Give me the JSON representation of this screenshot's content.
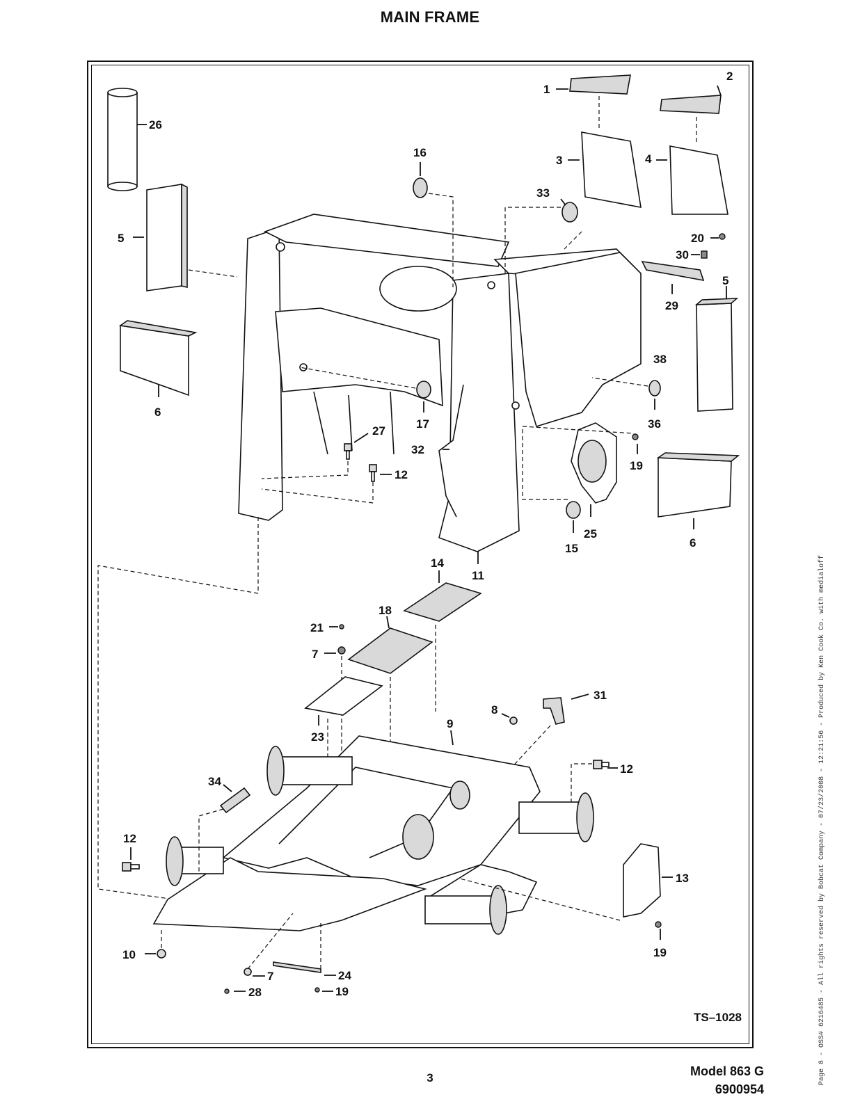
{
  "header": {
    "title": "MAIN FRAME"
  },
  "diagram": {
    "drawing_number": "TS–1028",
    "callouts": [
      "1",
      "2",
      "3",
      "4",
      "5",
      "5",
      "6",
      "6",
      "26",
      "16",
      "33",
      "20",
      "30",
      "29",
      "38",
      "17",
      "36",
      "27",
      "32",
      "12",
      "19",
      "25",
      "15",
      "11",
      "14",
      "18",
      "21",
      "7",
      "23",
      "8",
      "31",
      "9",
      "12",
      "34",
      "12",
      "13",
      "19",
      "10",
      "7",
      "24",
      "28",
      "19"
    ]
  },
  "footer": {
    "page_number": "3",
    "model": "Model 863 G",
    "doc_number": "6900954",
    "side_note": "Page 8 - OSS# 6216485 - All rights reserved by Bobcat Company - 07/23/2008 - 12:21:56 - Produced by Ken Cook Co. with medialoff"
  }
}
